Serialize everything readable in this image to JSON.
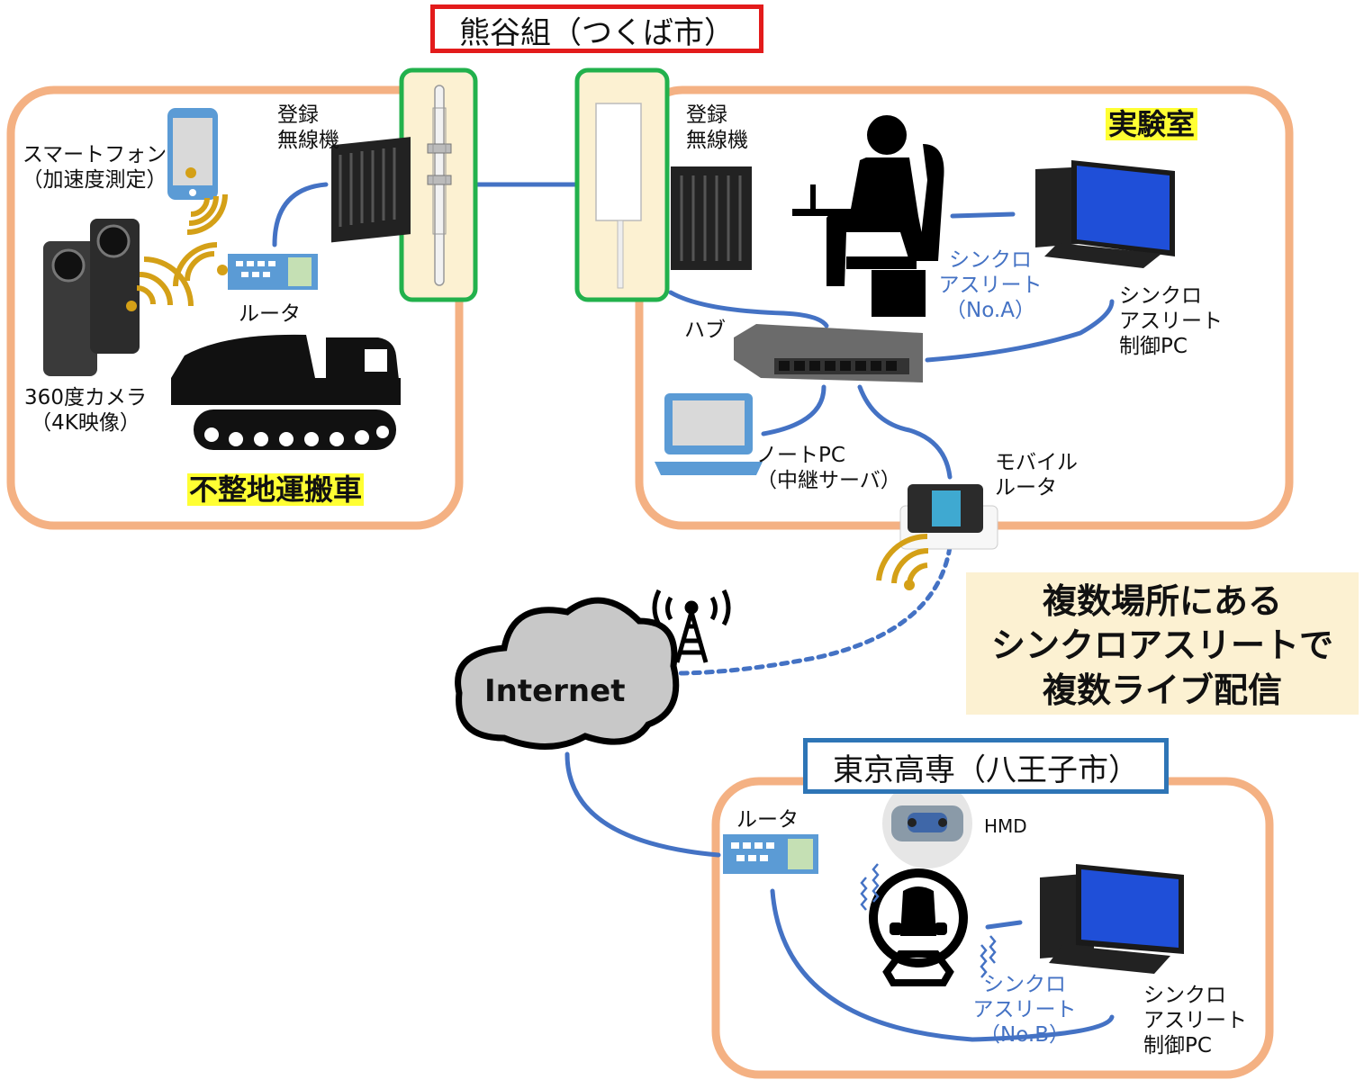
{
  "title_kumagai": "熊谷組（つくば市）",
  "title_tokyo": "東京高専（八王子市）",
  "vehicle_label": "不整地運搬車",
  "lab_label": "実験室",
  "smartphone_label": "スマートフォン\n（加速度測定）",
  "camera_label": "360度カメラ\n（4K映像）",
  "router_label_left": "ルータ",
  "radio_label_left": "登録\n無線機",
  "radio_label_right": "登録\n無線機",
  "hub_label": "ハブ",
  "notepc_label": "ノートPC\n（中継サーバ）",
  "mobile_router_label": "モバイル\nルータ",
  "synchro_a_label": "シンクロ\nアスリート\n（No.A）",
  "control_pc_label_a": "シンクロ\nアスリート\n制御PC",
  "internet_label": "Internet",
  "callout_text": "複数場所にある\nシンクロアスリートで\n複数ライブ配信",
  "router_label_bottom": "ルータ",
  "hmd_label": "HMD",
  "synchro_b_label": "シンクロ\nアスリート\n（No.B）",
  "control_pc_label_b": "シンクロ\nアスリート\n制御PC",
  "colors": {
    "zone_border": "#f4b183",
    "antenna_border": "#22b14c",
    "antenna_fill": "#fcf1d2",
    "link_blue": "#4472c4",
    "wave_gold": "#d4a017",
    "title_red": "#e31b1b",
    "title_blue": "#2e75b6",
    "highlight_yellow": "#ffff33"
  }
}
